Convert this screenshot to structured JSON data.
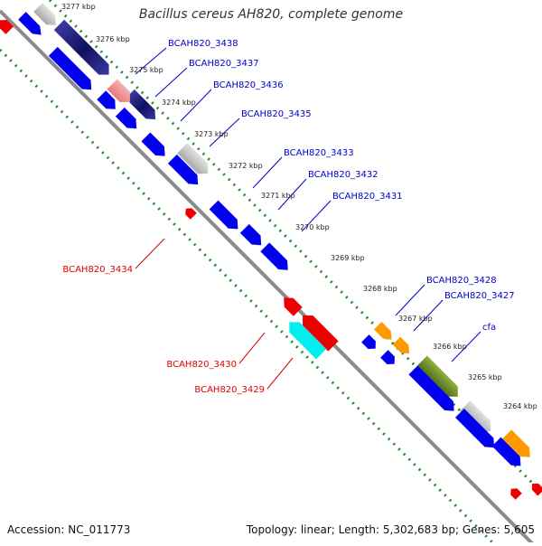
{
  "title": "Bacillus cereus AH820, complete genome",
  "footer": {
    "accession": "Accession: NC_011773",
    "topology": "Topology: linear; Length: 5,302,683 bp; Genes: 5,605"
  },
  "colors": {
    "backbone": "#8c8c8c",
    "tick_dots": "#1e8c1e",
    "plus_label": "#0000cc",
    "minus_label": "#dd0000",
    "cds_blue": "#0000ee",
    "cds_navy": "#1a1a8a",
    "pink": "#f08a8a",
    "gray": "#bdbdbd",
    "red": "#ee0000",
    "cyan": "#00f0f0",
    "orange": "#ff9900",
    "olive": "#6b8e23"
  },
  "kbp_ticks": [
    "3277 kbp",
    "3276 kbp",
    "3275 kbp",
    "3274 kbp",
    "3273 kbp",
    "3272 kbp",
    "3271 kbp",
    "3270 kbp",
    "3269 kbp",
    "3268 kbp",
    "3267 kbp",
    "3266 kbp",
    "3265 kbp",
    "3264 kbp"
  ],
  "gene_labels_plus": [
    "BCAH820_3438",
    "BCAH820_3437",
    "BCAH820_3436",
    "BCAH820_3435",
    "BCAH820_3433",
    "BCAH820_3432",
    "BCAH820_3431",
    "BCAH820_3428",
    "BCAH820_3427",
    "cfa"
  ],
  "gene_labels_minus": [
    "BCAH820_3434",
    "BCAH820_3430",
    "BCAH820_3429"
  ]
}
